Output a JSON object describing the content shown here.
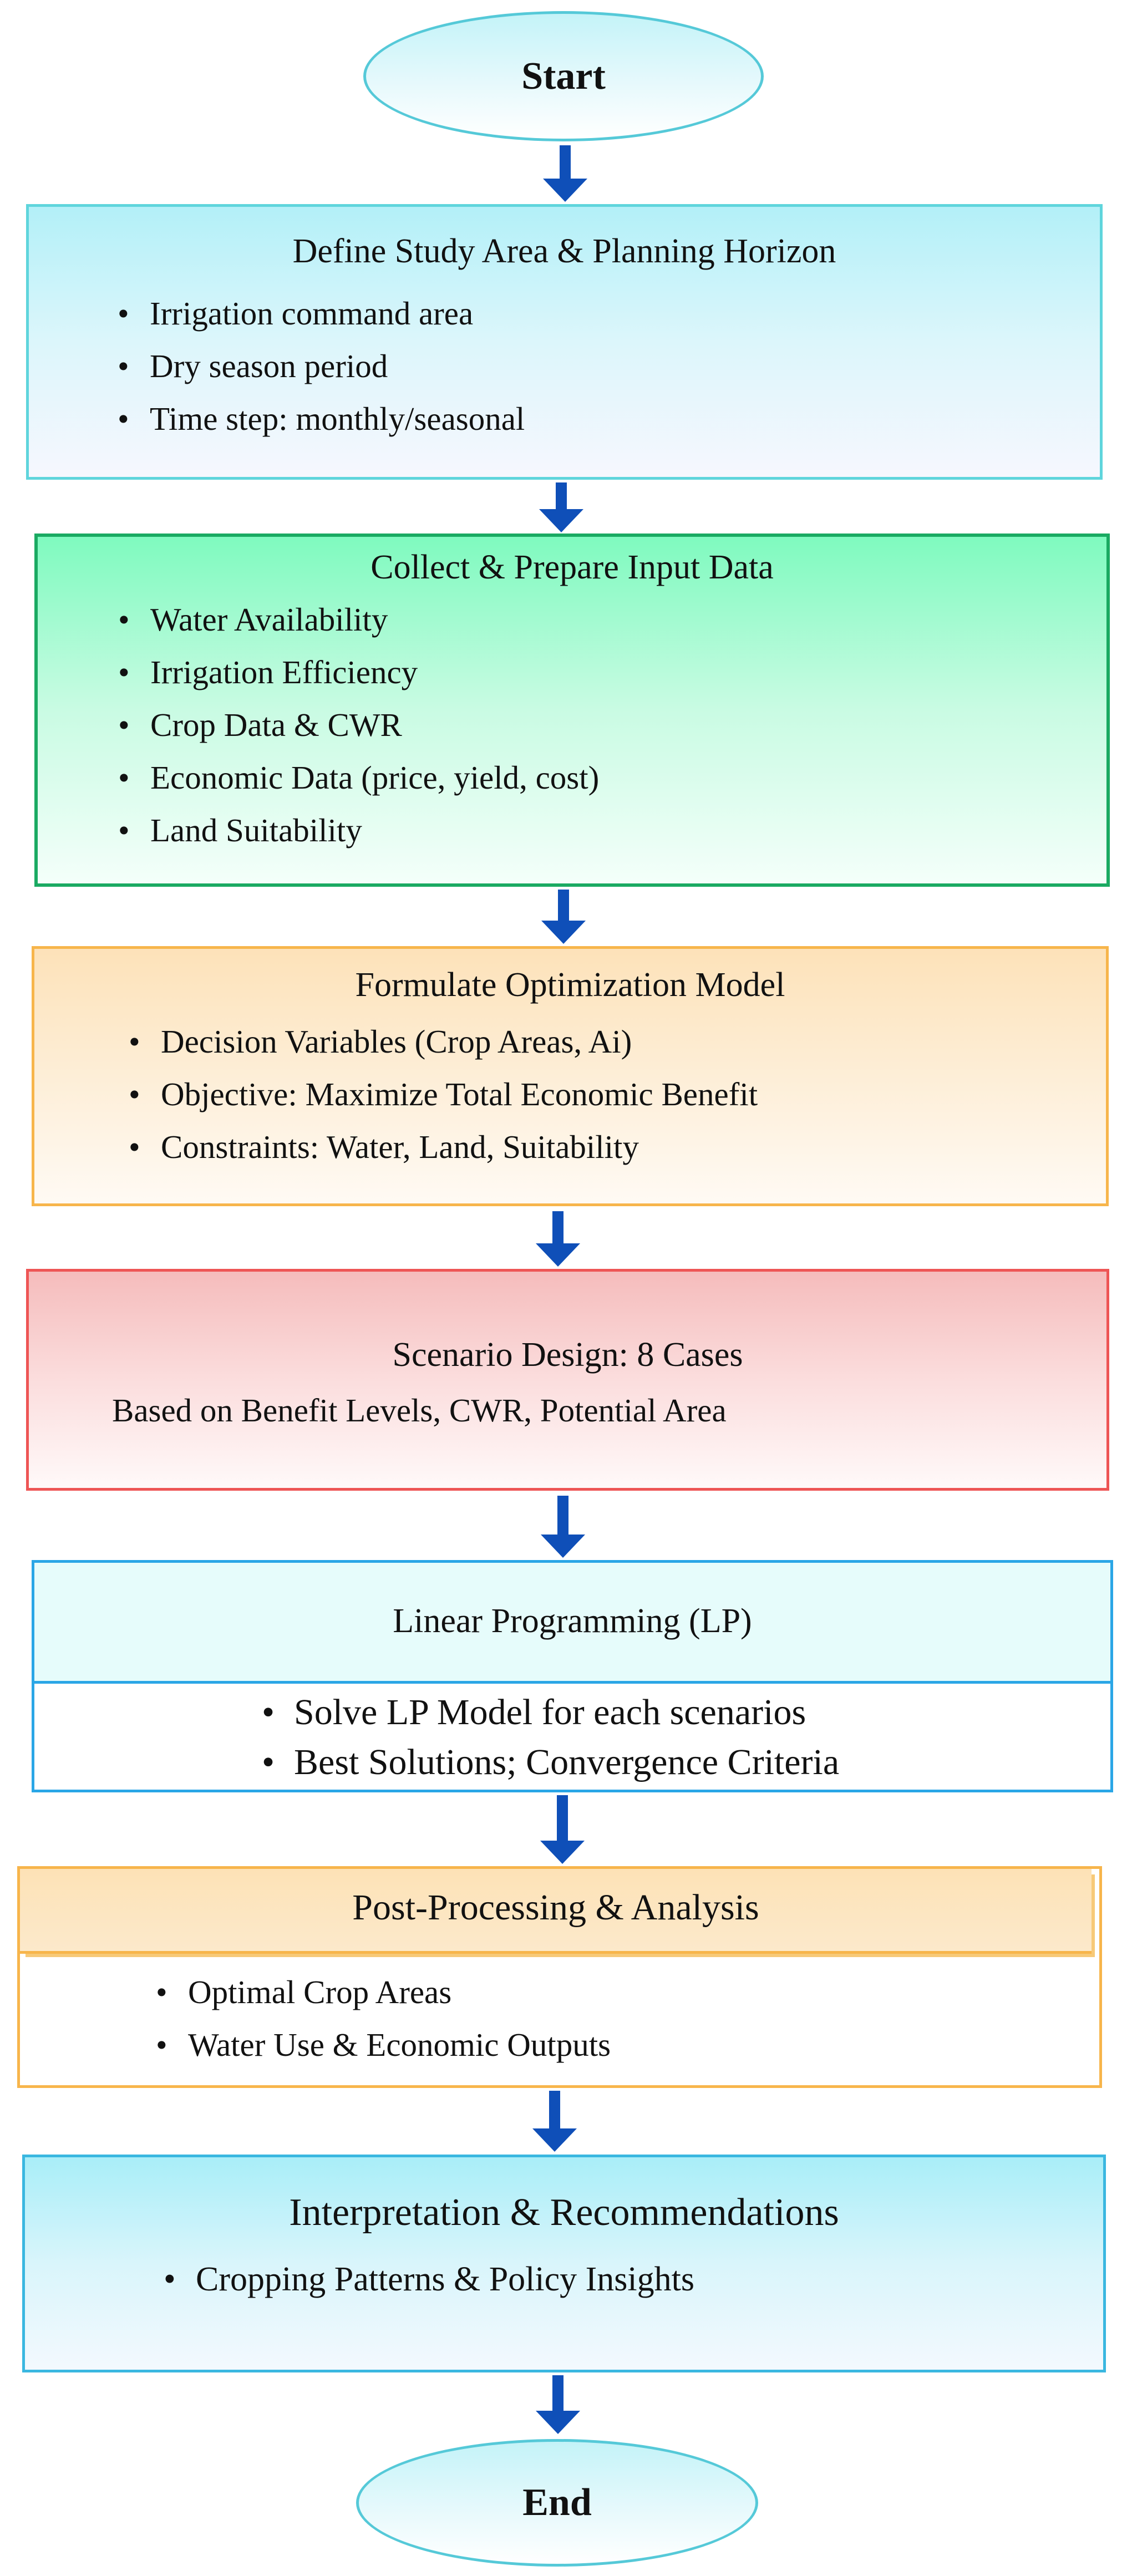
{
  "start": {
    "label": "Start"
  },
  "end": {
    "label": "End"
  },
  "steps": [
    {
      "title": "Define Study Area & Planning Horizon",
      "items": [
        "Irrigation command area",
        "Dry season period",
        "Time step: monthly/seasonal"
      ]
    },
    {
      "title": "Collect & Prepare Input Data",
      "items": [
        "Water Availability",
        "Irrigation Efficiency",
        "Crop Data & CWR",
        "Economic Data (price, yield, cost)",
        "Land Suitability"
      ]
    },
    {
      "title": "Formulate Optimization Model",
      "items": [
        "Decision Variables (Crop Areas, Ai)",
        "Objective: Maximize Total Economic Benefit",
        "Constraints: Water, Land, Suitability"
      ]
    },
    {
      "title": "Scenario Design: 8 Cases",
      "subtitle": "Based on Benefit Levels, CWR, Potential Area"
    },
    {
      "title": "Linear Programming (LP)",
      "items": [
        "Solve LP Model for each scenarios",
        "Best Solutions; Convergence Criteria"
      ]
    },
    {
      "title": "Post-Processing & Analysis",
      "items": [
        "Optimal Crop Areas",
        "Water Use & Economic Outputs"
      ]
    },
    {
      "title": "Interpretation & Recommendations",
      "items": [
        "Cropping Patterns & Policy Insights"
      ]
    }
  ],
  "colors": {
    "arrow": "#0f4fb8",
    "terminal_border": "#55c9d8",
    "box1_border": "#5fd5dc",
    "box2_border": "#1aaa62",
    "box3_border": "#f7b54b",
    "box4_border": "#ee5555",
    "box5_border": "#2aa6e6",
    "box6_border": "#f7b54b",
    "box7_border": "#3ab7e0"
  }
}
